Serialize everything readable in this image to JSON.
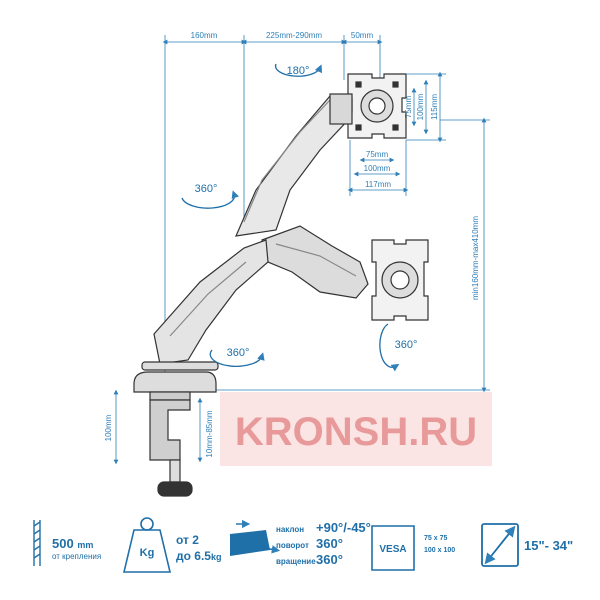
{
  "dimensions": {
    "top_left": "160mm",
    "top_mid": "225mm-290mm",
    "top_right": "50mm",
    "plate_75": "75mm",
    "plate_100": "100mm",
    "plate_117": "117mm",
    "side_75": "75mm",
    "side_100": "100mm",
    "side_115": "115mm",
    "height_range": "min160mm-max410mm",
    "clamp_100": "100mm",
    "clamp_thickness": "10mm-85mm"
  },
  "rotations": {
    "top": "180°",
    "left": "360°",
    "base": "360°",
    "plate": "360°"
  },
  "watermark": "KRONSH.RU",
  "specs": {
    "mount_value": "500",
    "mount_unit": "mm",
    "mount_sub": "от крепления",
    "weight_icon": "Kg",
    "weight_from": "от 2",
    "weight_to": "до 6.5",
    "weight_to_unit": "kg",
    "tilt_label": "наклон",
    "tilt_value": "+90°/-45°",
    "swivel_label": "поворот",
    "swivel_value": "360°",
    "rotate_label": "вращение",
    "rotate_value": "360°",
    "vesa_icon": "VESA",
    "vesa_small": "75 x 75",
    "vesa_large": "100 x 100",
    "screen_range": "15\"- 34\""
  },
  "colors": {
    "accent": "#1f6fa8",
    "dimension": "#2f7fb8",
    "watermark": "#e58e8e"
  }
}
